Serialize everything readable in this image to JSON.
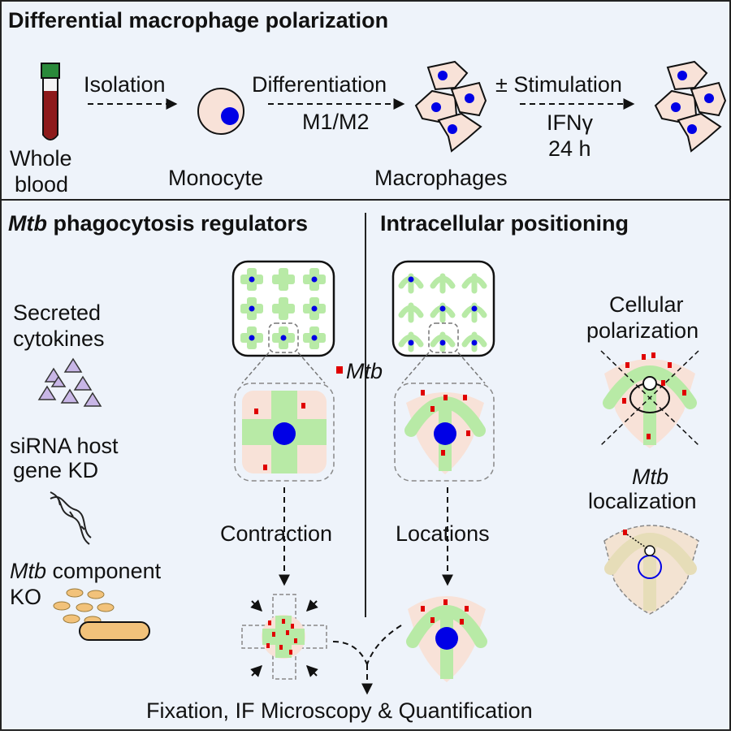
{
  "top": {
    "title": "Differential macrophage polarization",
    "whole": "Whole",
    "blood": "blood",
    "isolation": "Isolation",
    "monocyte": "Monocyte",
    "differentiation": "Differentiation",
    "m1m2": "M1/M2",
    "macrophages": "Macrophages",
    "stimulation": "± Stimulation",
    "ifng": "IFNγ",
    "duration": "24 h"
  },
  "left": {
    "title_italic": "Mtb",
    "title_rest": " phagocytosis regulators",
    "secreted": "Secreted",
    "cytokines": "cytokines",
    "sirna": "siRNA host",
    "genekd": "gene KD",
    "mtb_comp_italic": "Mtb",
    "mtb_comp_rest": " component",
    "ko": "KO",
    "contraction": "Contraction"
  },
  "right": {
    "title": "Intracellular positioning",
    "cellular": "Cellular",
    "polarization": "polarization",
    "mtb_italic": "Mtb",
    "localization": "localization",
    "locations": "Locations"
  },
  "legend": {
    "mtb": "Mtb"
  },
  "footer": "Fixation, IF Microscopy & Quantification",
  "colors": {
    "panel": "#eef3fa",
    "cell": "#f8e2d8",
    "nucleus": "#0000e6",
    "green": "#b8eaa6",
    "mtb": "#e00000",
    "cytokine": "#c8b6e6",
    "bacteria": "#f2c27a"
  }
}
